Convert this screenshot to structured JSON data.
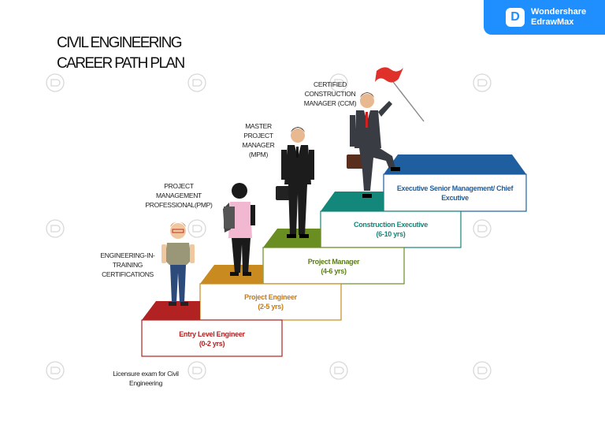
{
  "title": {
    "line1": "CIVIL ENGINEERING",
    "line2": "CAREER PATH PLAN"
  },
  "brand": {
    "line1": "Wondershare",
    "line2": "EdrawMax",
    "logo_glyph": "D",
    "color": "#1f8fff"
  },
  "certifications": [
    {
      "lines": [
        "Licensure exam for Civil",
        "Engineering"
      ]
    },
    {
      "lines": [
        "ENGINEERING-IN-",
        "TRAINING",
        "CERTIFICATIONS"
      ]
    },
    {
      "lines": [
        "PROJECT",
        "MANAGEMENT",
        "PROFESSIONAL(PMP)"
      ]
    },
    {
      "lines": [
        "MASTER",
        "PROJECT",
        "MANAGER",
        "(MPM)"
      ]
    },
    {
      "lines": [
        "CERTIFIED",
        "CONSTRUCTION",
        "MANAGER (CCM)"
      ]
    }
  ],
  "steps": [
    {
      "title": "Entry Level Engineer",
      "years": "(0-2 yrs)",
      "color": "#b22222",
      "text_color": "#b22222"
    },
    {
      "title": "Project Engineer",
      "years": "(2-5 yrs)",
      "color": "#c98a1f",
      "text_color": "#c97a10"
    },
    {
      "title": "Project Manager",
      "years": "(4-6 yrs)",
      "color": "#6b8e23",
      "text_color": "#5b7d1a"
    },
    {
      "title": "Construction Executive",
      "years": "(6-10 yrs)",
      "color": "#13877a",
      "text_color": "#13877a"
    },
    {
      "title": "Executive Senior Management/ Chief",
      "years": "Excutive",
      "color": "#1f5fa0",
      "text_color": "#1f5fa0"
    }
  ],
  "icons": {
    "flag": "flag-icon",
    "briefcase": "briefcase-icon",
    "person": "person-icon",
    "watermark": "edrawmax-watermark-icon"
  }
}
